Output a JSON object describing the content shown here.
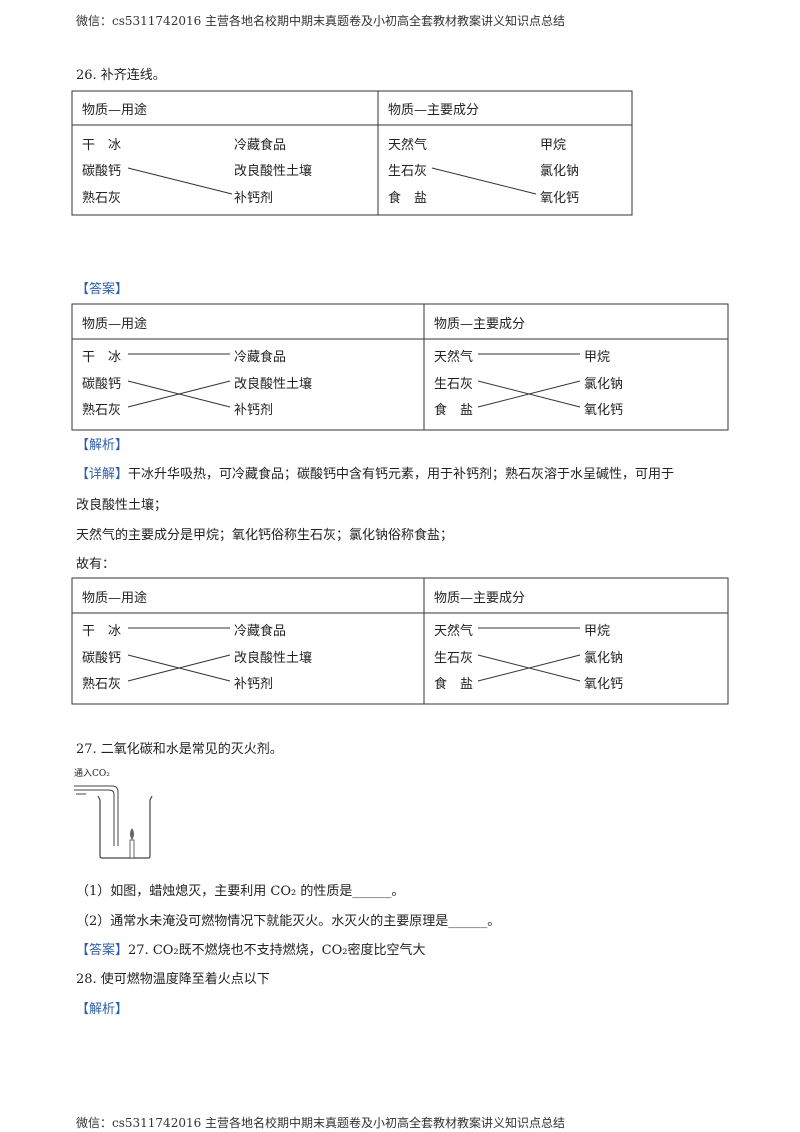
{
  "header": "微信：cs5311742016  主营各地名校期中期末真题卷及小初高全套教材教案讲义知识点总结",
  "footer": "微信：cs5311742016  主营各地名校期中期末真题卷及小初高全套教材教案讲义知识点总结",
  "q26": {
    "title": "26. 补齐连线。",
    "left_header": "物质—用途",
    "right_header": "物质—主要成分",
    "left_items": [
      "干　冰",
      "碳酸钙",
      "熟石灰"
    ],
    "left_targets": [
      "冷藏食品",
      "改良酸性土壤",
      "补钙剂"
    ],
    "right_items": [
      "天然气",
      "生石灰",
      "食　盐"
    ],
    "right_targets": [
      "甲烷",
      "氯化钠",
      "氧化钙"
    ]
  },
  "answer_tag": "【答案】",
  "analysis_tag": "【解析】",
  "detail_tag": "【详解】",
  "detail_line1": "干冰升华吸热，可冷藏食品；碳酸钙中含有钙元素，用于补钙剂；熟石灰溶于水呈碱性，可用于",
  "detail_line2": "改良酸性土壤；",
  "detail_line3": "天然气的主要成分是甲烷；氧化钙俗称生石灰；氯化钠俗称食盐；",
  "detail_line4": "故有：",
  "q27": {
    "title": "27. 二氧化碳和水是常见的灭火剂。",
    "figure_label": "通入CO₂",
    "sub1": "（1）如图，蜡烛熄灭，主要利用  CO₂  的性质是______。",
    "sub2": "（2）通常水未淹没可燃物情况下就能灭火。水灭火的主要原理是______。",
    "answer": "27. CO₂既不燃烧也不支持燃烧，CO₂密度比空气大"
  },
  "q28": {
    "answer": "28.  使可燃物温度降至着火点以下"
  }
}
